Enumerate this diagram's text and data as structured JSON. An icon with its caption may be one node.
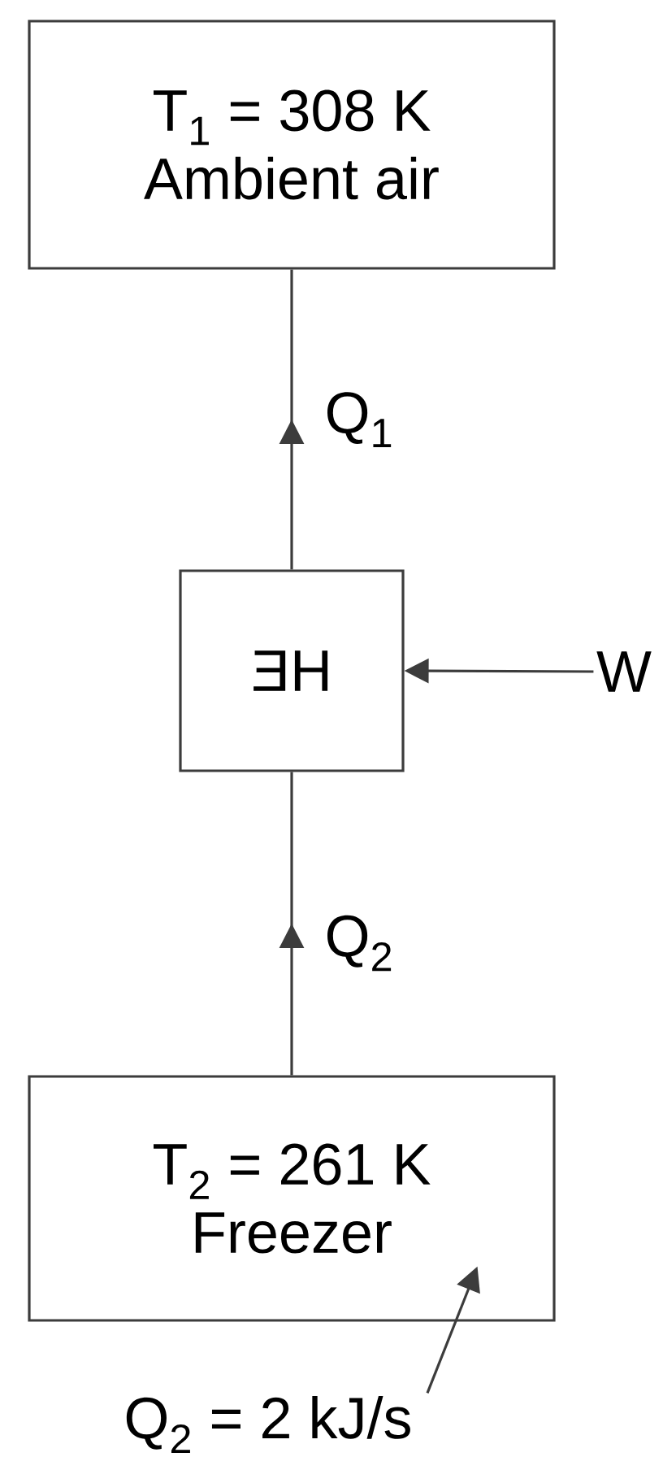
{
  "diagram": {
    "nodes": [
      {
        "text": [
          "T$_{1}$ = 308 K",
          "Ambient air"
        ]
      },
      {
        "text": [
          "ƎH"
        ]
      },
      {
        "text": [
          "T$_{2}$ = 261 K",
          "Freezer"
        ]
      },
      {
        "text": [
          "W"
        ]
      },
      {
        "text": [
          "Q$_{2}$ = 2 kJ/s"
        ]
      }
    ],
    "edges": [
      {
        "from": 1,
        "to": 0,
        "arrow": "to",
        "label": "Q$_{1}$"
      },
      {
        "from": 2,
        "to": 1,
        "arrow": "to",
        "label": "Q$_{2}$"
      },
      {
        "from": 3,
        "to": 1,
        "arrow": "to"
      },
      {
        "from": 4,
        "to": 2,
        "arrow": "to"
      }
    ]
  }
}
